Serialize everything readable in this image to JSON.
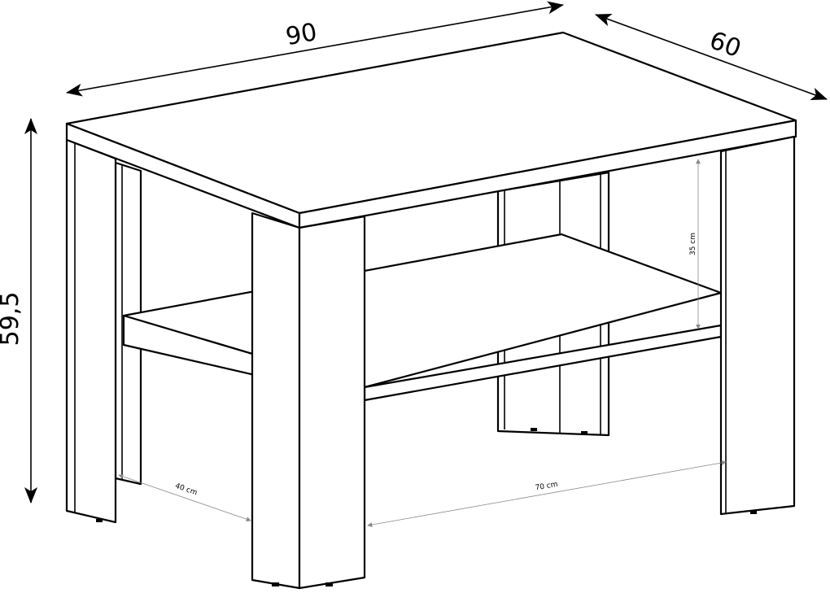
{
  "dimensions": {
    "width_label": "90",
    "depth_label": "60",
    "height_label": "59,5",
    "shelf_clearance_label": "35 cm",
    "inner_depth_label": "40 cm",
    "inner_width_label": "70 cm"
  }
}
